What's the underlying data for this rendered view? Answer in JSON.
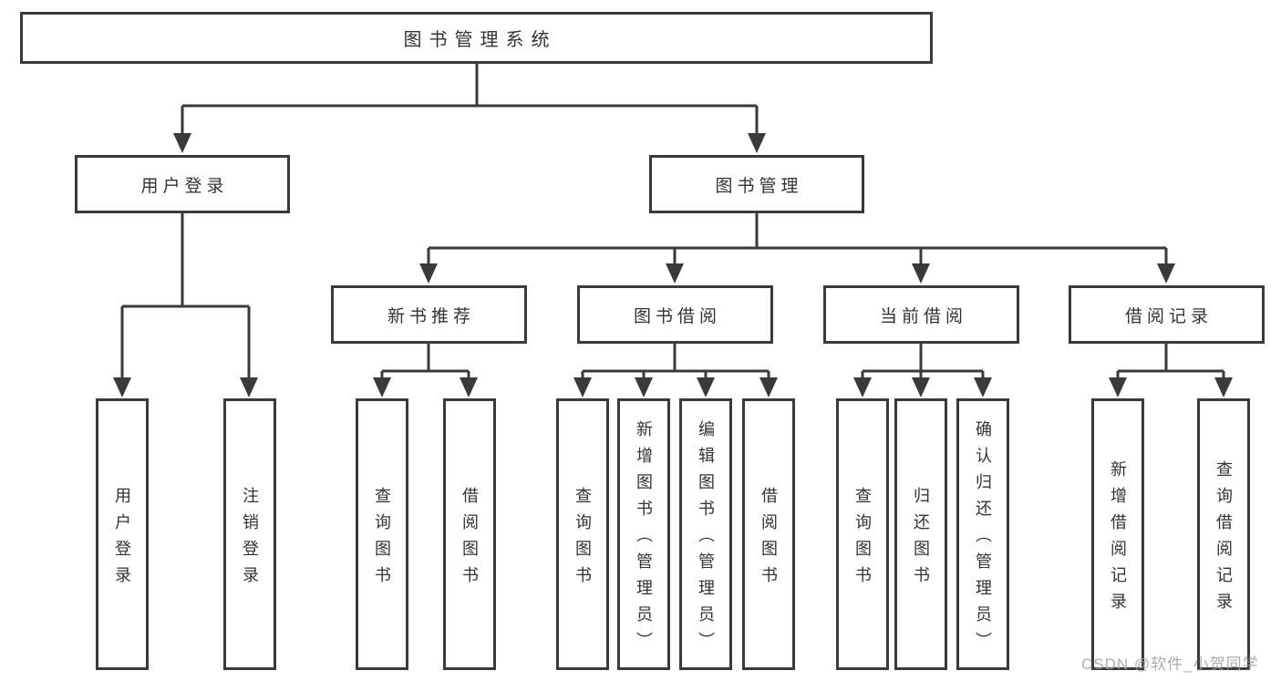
{
  "diagram": {
    "type": "org-tree",
    "root": {
      "label": "图书管理系统"
    },
    "branches": [
      {
        "label": "用户登录",
        "children": [
          {
            "label": "用户登录"
          },
          {
            "label": "注销登录"
          }
        ]
      },
      {
        "label": "图书管理",
        "children": [
          {
            "label": "新书推荐",
            "children": [
              {
                "label": "查询图书"
              },
              {
                "label": "借阅图书"
              }
            ]
          },
          {
            "label": "图书借阅",
            "children": [
              {
                "label": "查询图书"
              },
              {
                "label": "新增图书（管理员）"
              },
              {
                "label": "编辑图书（管理员）"
              },
              {
                "label": "借阅图书"
              }
            ]
          },
          {
            "label": "当前借阅",
            "children": [
              {
                "label": "查询图书"
              },
              {
                "label": "归还图书"
              },
              {
                "label": "确认归还（管理员）"
              }
            ]
          },
          {
            "label": "借阅记录",
            "children": [
              {
                "label": "新增借阅记录"
              },
              {
                "label": "查询借阅记录"
              }
            ]
          }
        ]
      }
    ]
  },
  "watermark": {
    "text": "CSDN @软件_小贺同学"
  },
  "colors": {
    "line": "#3a3a3a",
    "text": "#333333",
    "box_background": "#ffffff",
    "watermark": "#9e9e9e",
    "background": "#ffffff"
  }
}
